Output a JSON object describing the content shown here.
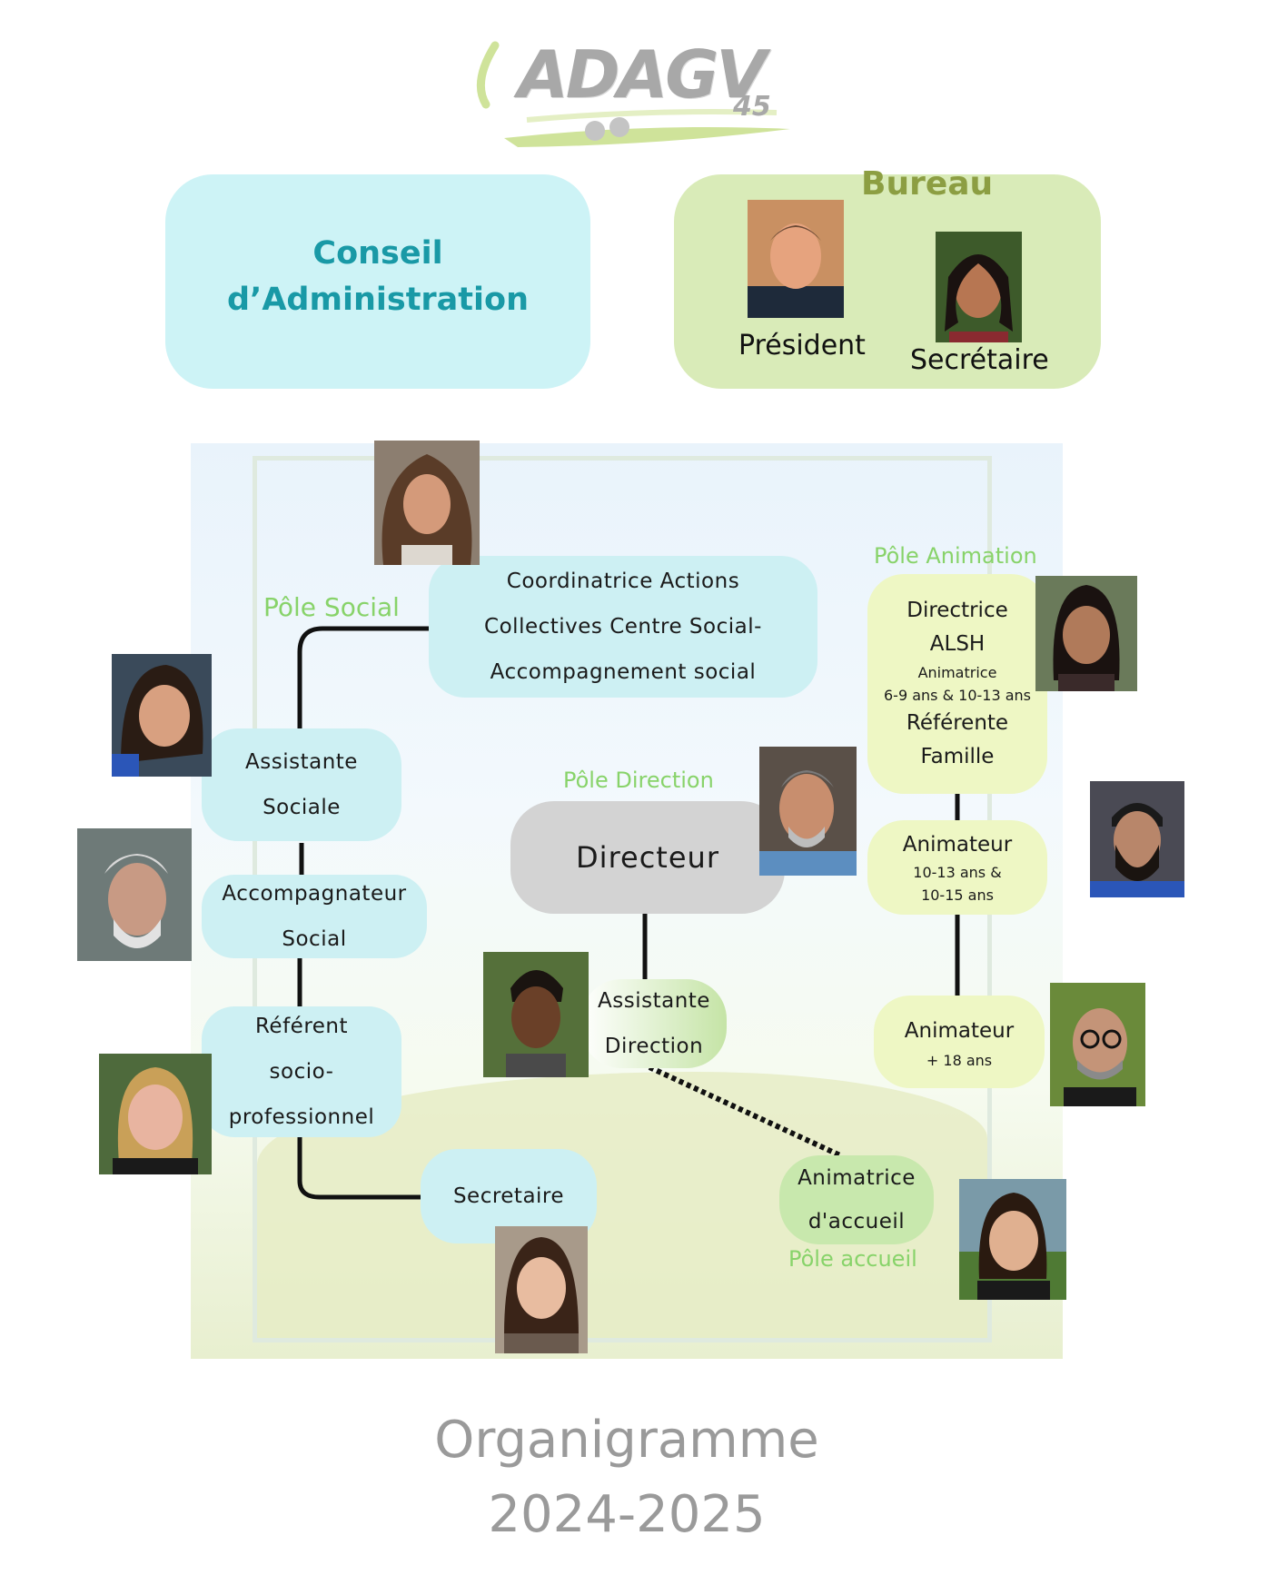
{
  "logo": {
    "text": "ADAGV",
    "number": "45"
  },
  "conseil": {
    "title_line1": "Conseil",
    "title_line2": "d’Administration"
  },
  "bureau": {
    "title": "Bureau",
    "members": [
      {
        "role": "Président"
      },
      {
        "role": "Secrétaire"
      }
    ]
  },
  "poles": {
    "social": "Pôle Social",
    "animation": "Pôle Animation",
    "direction": "Pôle Direction",
    "accueil": "Pôle accueil"
  },
  "nodes": {
    "coordinatrice": {
      "line1": "Coordinatrice Actions",
      "line2": "Collectives Centre Social-",
      "line3": "Accompagnement social"
    },
    "assistante_sociale": {
      "line1": "Assistante",
      "line2": "Sociale"
    },
    "accompagnateur": {
      "line1": "Accompagnateur",
      "line2": "Social"
    },
    "referent": {
      "line1": "Référent",
      "line2": "socio-",
      "line3": "professionnel"
    },
    "secretaire": {
      "line1": "Secretaire"
    },
    "directeur": {
      "line1": "Directeur"
    },
    "assistante_direction": {
      "line1": "Assistante",
      "line2": "Direction"
    },
    "animatrice_accueil": {
      "line1": "Animatrice",
      "line2": "d'accueil"
    },
    "directrice_alsh": {
      "line1": "Directrice",
      "line2": "ALSH",
      "sub1": "Animatrice",
      "sub2": "6-9 ans & 10-13 ans",
      "line3": "Référente",
      "line4": "Famille"
    },
    "animateur_1": {
      "line1": "Animateur",
      "sub1": "10-13 ans &",
      "sub2": "10-15 ans"
    },
    "animateur_2": {
      "line1": "Animateur",
      "sub1": "+ 18 ans"
    }
  },
  "footer": {
    "line1": "Organigramme",
    "line2": "2024-2025"
  },
  "colors": {
    "cyan_box": "#cdf3f6",
    "conseil_text": "#1999a6",
    "bureau_box": "#d9ebb8",
    "bureau_text": "#8c9e42",
    "pole_label": "#88d36a",
    "animation_box": "#eef7c4",
    "accueil_box": "#c8e8ad",
    "direction_box": "#d3d3d3"
  }
}
